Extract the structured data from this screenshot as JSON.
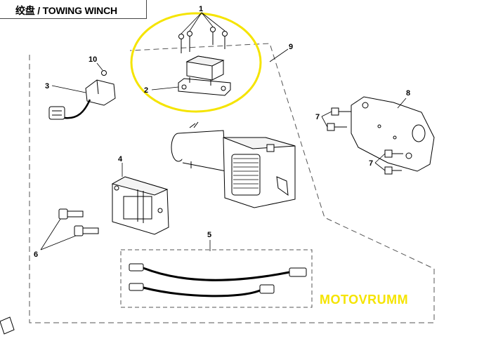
{
  "title": "绞盘 / TOWING WINCH",
  "callouts": {
    "c1": "1",
    "c2": "2",
    "c3": "3",
    "c4": "4",
    "c5": "5",
    "c6": "6",
    "c7a": "7",
    "c7b": "7",
    "c8": "8",
    "c9": "9",
    "c10": "10"
  },
  "watermark": "MOTOVRUMM",
  "highlight_color": "#f5e400"
}
